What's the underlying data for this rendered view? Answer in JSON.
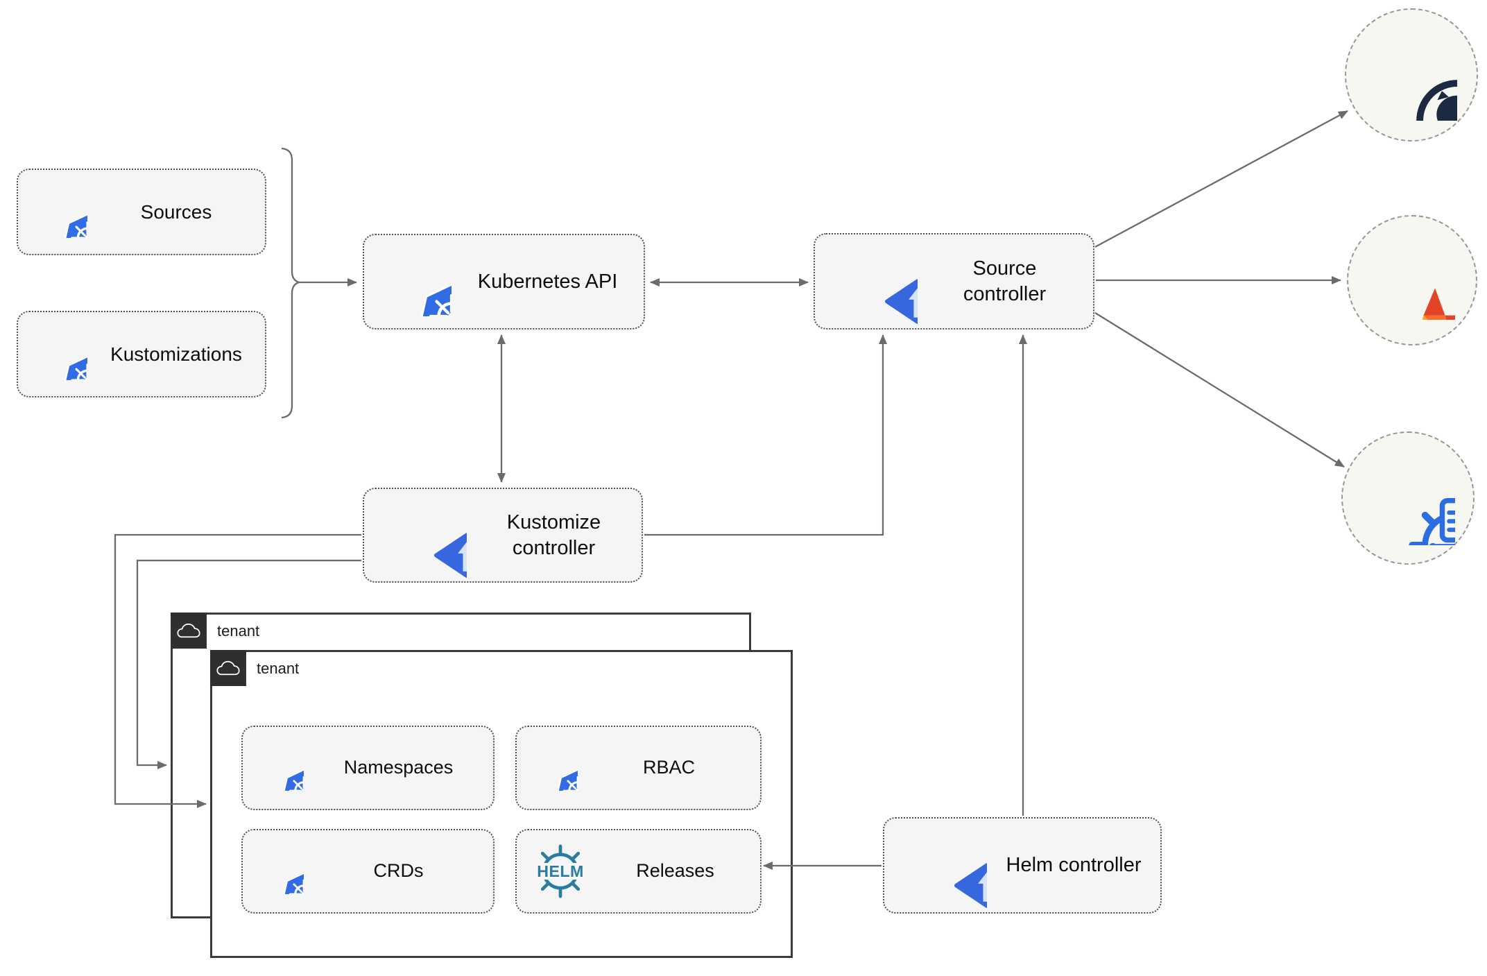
{
  "nodes": {
    "sources": {
      "label": "Sources"
    },
    "kustomizations": {
      "label": "Kustomizations"
    },
    "kubernetes_api": {
      "label": "Kubernetes API"
    },
    "source_controller": {
      "label": "Source controller"
    },
    "kustomize_controller": {
      "label": "Kustomize controller"
    },
    "helm_controller": {
      "label": "Helm controller"
    },
    "namespaces": {
      "label": "Namespaces"
    },
    "rbac": {
      "label": "RBAC"
    },
    "crds": {
      "label": "CRDs"
    },
    "releases": {
      "label": "Releases"
    }
  },
  "tenants": {
    "back_label": "tenant",
    "front_label": "tenant"
  },
  "icons": {
    "kubernetes": "kubernetes-icon",
    "flux": "flux-icon",
    "helm_wheel": "helm-icon",
    "helm_text": "HELM",
    "cloud": "cloud-icon",
    "github": "github-icon",
    "gitlab": "gitlab-icon",
    "registry": "chartmuseum-registry-icon"
  },
  "colors": {
    "kubernetes_blue": "#326CE5",
    "flux_blue": "#3767DF",
    "flux_stripe": "#4477E8",
    "flux_arrow_light": "#D6E4F8",
    "helm_teal": "#2A7D9E",
    "github_navy": "#1B2A41",
    "gitlab_red": "#E24329",
    "gitlab_orange": "#FC6D26",
    "gitlab_light_orange": "#FCA326",
    "box_fill": "#F5F5F5",
    "line_gray": "#6B6B6B",
    "tenant_badge": "#2E302F"
  }
}
